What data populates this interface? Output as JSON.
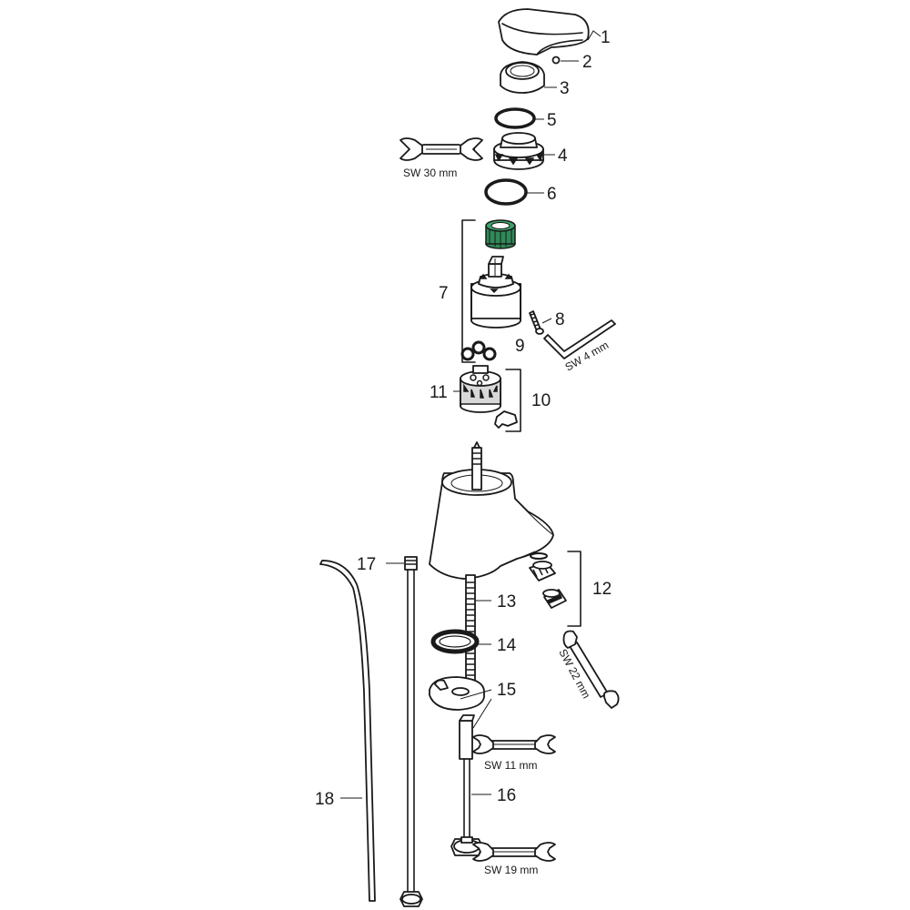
{
  "labels": {
    "p1": "1",
    "p2": "2",
    "p3": "3",
    "p4": "4",
    "p5": "5",
    "p6": "6",
    "p7": "7",
    "p8": "8",
    "p9": "9",
    "p10": "10",
    "p11": "11",
    "p12": "12",
    "p13": "13",
    "p14": "14",
    "p15": "15",
    "p16": "16",
    "p17": "17",
    "p18": "18"
  },
  "tools": {
    "sw30": "SW 30 mm",
    "sw4": "SW 4 mm",
    "sw22": "SW 22 mm",
    "sw11": "SW 11 mm",
    "sw19": "SW 19 mm"
  },
  "colors": {
    "line": "#1a1a1a",
    "cartridge_ring": "#2e8b57",
    "background": "#ffffff"
  }
}
